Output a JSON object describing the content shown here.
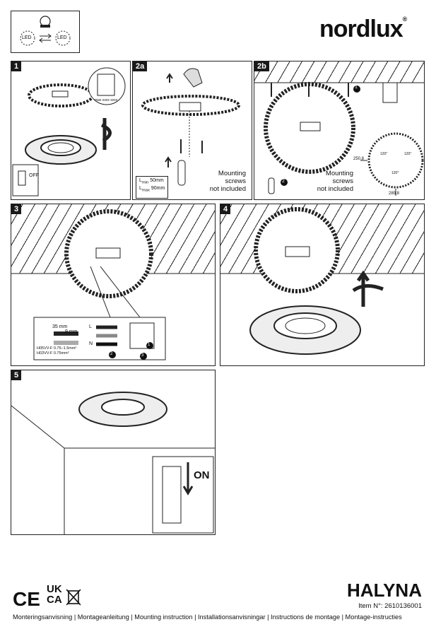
{
  "brand": {
    "name": "nordlux",
    "reg": "®"
  },
  "top_box": {
    "led_a": "LED",
    "led_b": "LED"
  },
  "steps": {
    "s1": {
      "label": "1",
      "switch": "OFF",
      "mini_label": "max xxxx xxxx"
    },
    "s2a": {
      "label": "2a",
      "lmin_sub": "min",
      "lmin": "50mm",
      "lmax_sub": "max",
      "lmax": "90mm",
      "note1": "Mounting",
      "note2": "screws",
      "note3": "not included"
    },
    "s2b": {
      "label": "2b",
      "note1": "Mounting",
      "note2": "screws",
      "note3": "not included",
      "n1": "1",
      "n2": "2",
      "dim_v": "250.8",
      "dim_h": "289.8",
      "ang_a": "120°",
      "ang_b": "120°",
      "ang_c": "120°"
    },
    "s3": {
      "label": "3",
      "wire_a": "35 mm",
      "wire_b": "9 mm",
      "term_l": "L",
      "term_n": "N",
      "cable1": "H05VV-F  0.75–1.5mm²",
      "cable2": "H03VV-F  0.75mm²",
      "c1": "1",
      "c2": "2",
      "c3": "3"
    },
    "s4": {
      "label": "4"
    },
    "s5": {
      "label": "5",
      "switch": "ON"
    }
  },
  "product": {
    "name": "HALYNA",
    "item": "Item N°: 2610136001"
  },
  "marks": {
    "ce": "CE",
    "ukca1": "UK",
    "ukca2": "CA"
  },
  "footer": "Monteringsanvisning | Montageanleitung | Mounting instruction | Installationsanvisningar | Instructions de montage | Montage-instructies"
}
